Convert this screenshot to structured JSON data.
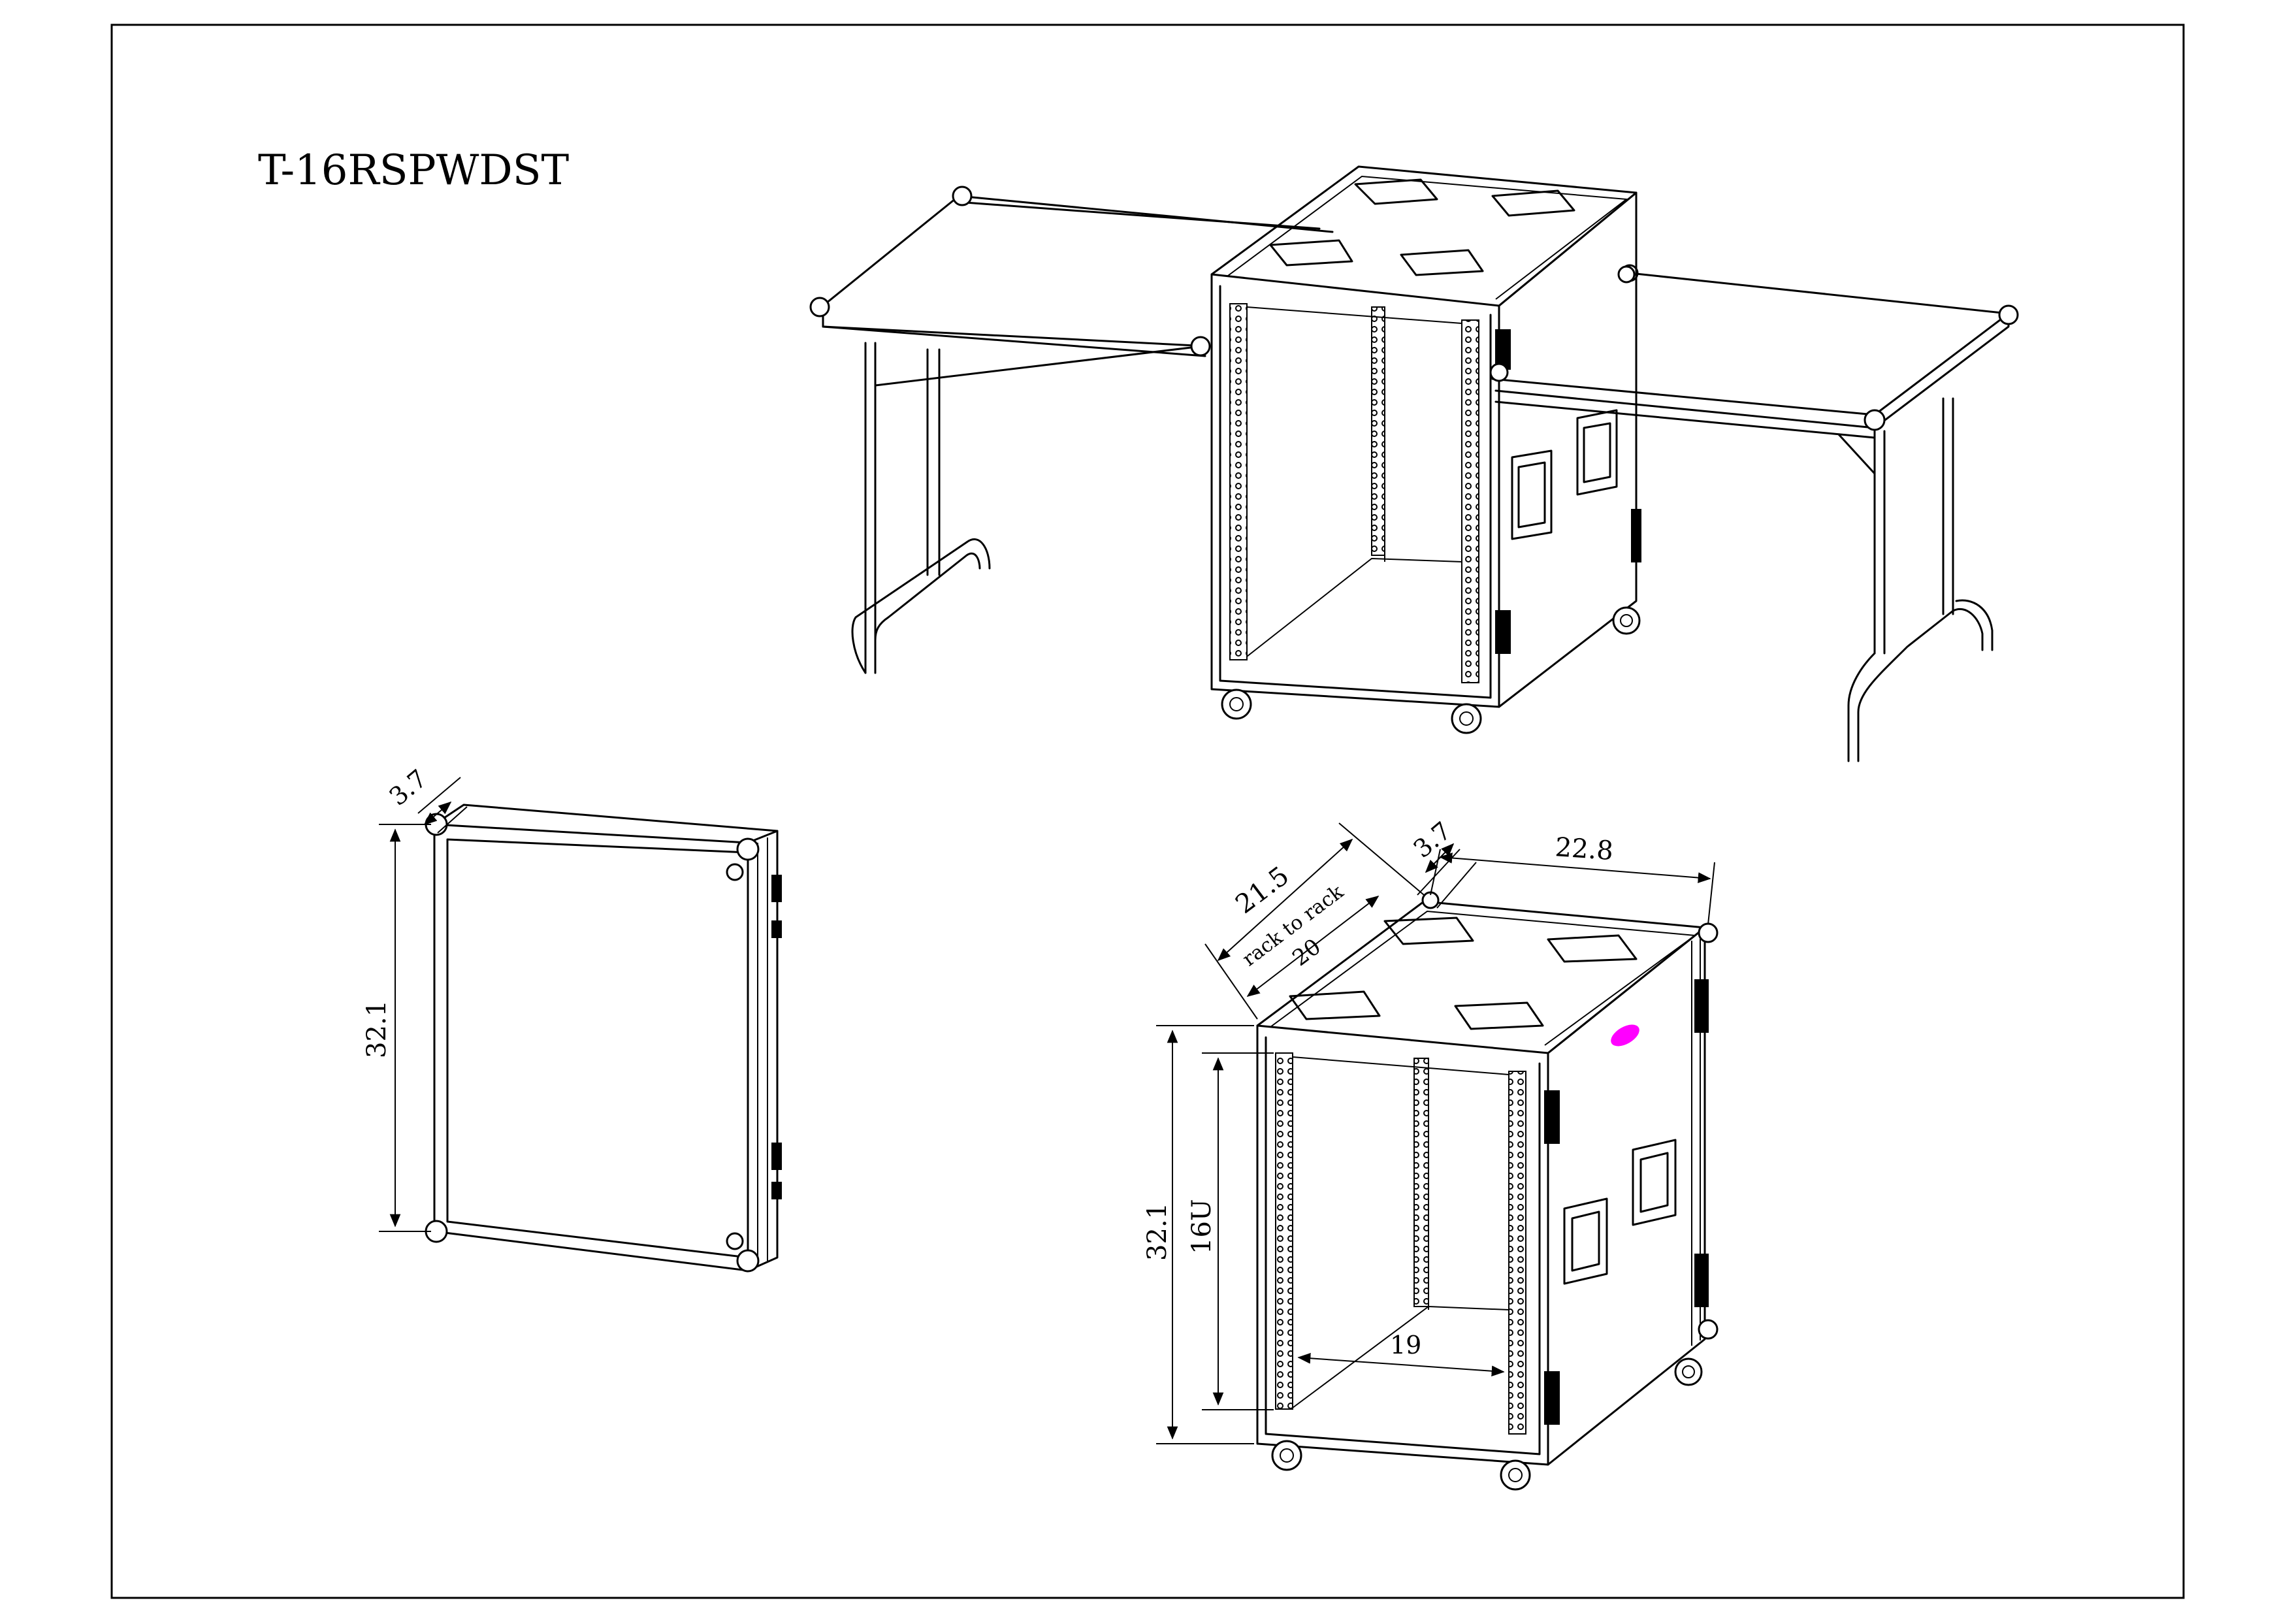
{
  "drawing": {
    "model_code": "T-16RSPWDST",
    "colors": {
      "line": "#000000",
      "background": "#ffffff",
      "marker": "#ff00ff"
    }
  },
  "lid_view": {
    "dim_depth": "3.7",
    "dim_height": "32.1"
  },
  "case_view": {
    "dim_rack_depth": "21.5",
    "dim_rack_to_rack_label": "rack to rack",
    "dim_rack_to_rack_value": "20",
    "dim_lid_depth": "3.7",
    "dim_width": "22.8",
    "dim_height": "32.1",
    "dim_rack_units": "16U",
    "dim_rack_width": "19"
  }
}
